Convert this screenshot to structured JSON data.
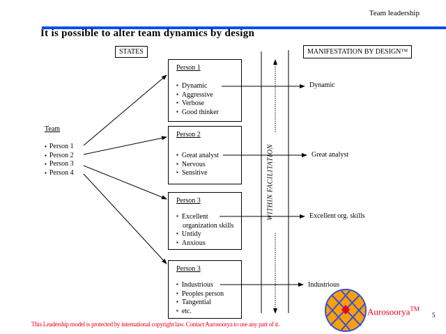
{
  "header": {
    "section": "Team leadership",
    "title": "It is possible to alter team dynamics by design"
  },
  "labels": {
    "states": "STATES",
    "manifestation": "MANIFESTATION BY DESIGN™",
    "within": "WITHIN FACILITATION"
  },
  "team": {
    "heading": "Team",
    "members": [
      "Person 1",
      "Person 2",
      "Person 3",
      "Person 4"
    ]
  },
  "persons": [
    {
      "name": "Person 1",
      "traits": [
        "Dynamic",
        "Aggressive",
        "Verbose",
        "Good thinker"
      ],
      "manifestation": "Dynamic"
    },
    {
      "name": "Person 2",
      "traits": [
        "Great analyst",
        "Nervous",
        "Sensitive"
      ],
      "manifestation": "Great analyst"
    },
    {
      "name": "Person 3",
      "traits": [
        "Excellent",
        "organization skills",
        "Untidy",
        "Anxious"
      ],
      "manifestation": "Excellent org. skills"
    },
    {
      "name": "Person 3",
      "traits": [
        "Industrious",
        "Peoples person",
        "Tangential",
        "etc."
      ],
      "manifestation": "Industrious"
    }
  ],
  "footer": {
    "copyright": "This Leadership model is protected by international copyright law.  Contact Aurosoorya to use any part of it.",
    "brand": "Aurosoorya",
    "brand_tm": "TM",
    "page_number": "5"
  },
  "colors": {
    "rule": "#0a4ff0",
    "logo_fill": "#f7a00c",
    "logo_lines": "#3a4fd8",
    "logo_center": "#e8001c",
    "footer": "#e8001c"
  }
}
